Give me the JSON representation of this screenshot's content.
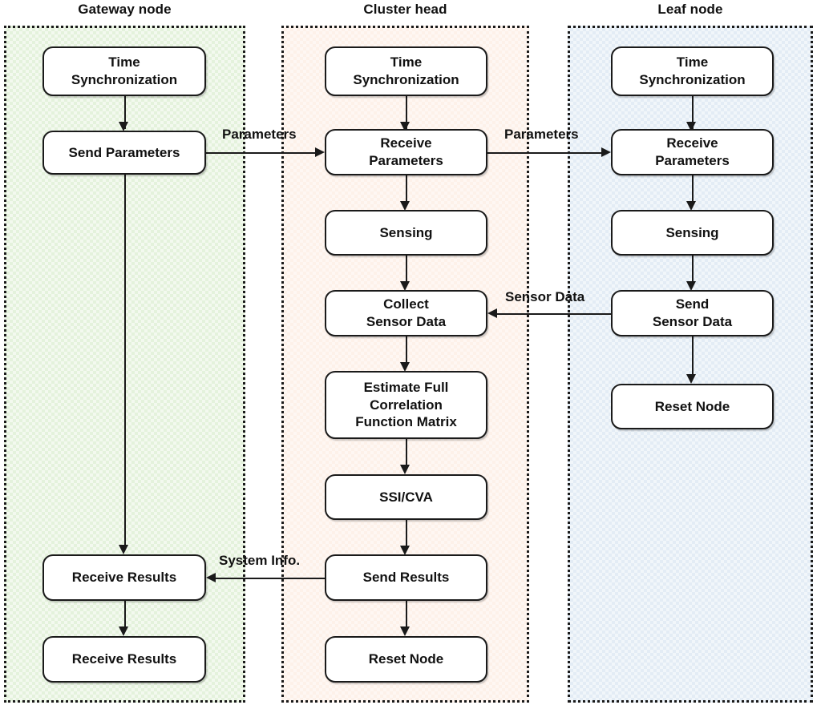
{
  "diagram": {
    "title_row": [
      "Gateway node",
      "Cluster head",
      "Leaf node"
    ],
    "colors": {
      "gateway_fill": "#e4f2dc",
      "cluster_fill": "#fdf1e9",
      "leaf_fill": "#e3ecf5",
      "border": "#1a1a1a",
      "node_fill": "#ffffff",
      "text": "#111111"
    }
  },
  "lanes": {
    "gateway": {
      "title": "Gateway node",
      "nodes": [
        {
          "id": "gw-time-sync",
          "label": "Time\nSynchronization"
        },
        {
          "id": "gw-send-params",
          "label": "Send Parameters"
        },
        {
          "id": "gw-receive-results",
          "label": "Receive Results"
        },
        {
          "id": "gw-receive-results2",
          "label": "Receive Results"
        }
      ]
    },
    "cluster": {
      "title": "Cluster head",
      "nodes": [
        {
          "id": "ch-time-sync",
          "label": "Time\nSynchronization"
        },
        {
          "id": "ch-receive-params",
          "label": "Receive\nParameters"
        },
        {
          "id": "ch-sensing",
          "label": "Sensing"
        },
        {
          "id": "ch-collect-data",
          "label": "Collect\nSensor Data"
        },
        {
          "id": "ch-estimate",
          "label": "Estimate Full\nCorrelation\nFunction Matrix"
        },
        {
          "id": "ch-ssi-cva",
          "label": "SSI/CVA"
        },
        {
          "id": "ch-send-results",
          "label": "Send Results"
        },
        {
          "id": "ch-reset-node",
          "label": "Reset Node"
        }
      ]
    },
    "leaf": {
      "title": "Leaf node",
      "nodes": [
        {
          "id": "lf-time-sync",
          "label": "Time\nSynchronization"
        },
        {
          "id": "lf-receive-params",
          "label": "Receive\nParameters"
        },
        {
          "id": "lf-sensing",
          "label": "Sensing"
        },
        {
          "id": "lf-send-data",
          "label": "Send\nSensor Data"
        },
        {
          "id": "lf-reset-node",
          "label": "Reset Node"
        }
      ]
    }
  },
  "edge_labels": {
    "params_gw_to_ch": "Parameters",
    "params_ch_to_lf": "Parameters",
    "sensor_data_lf_to_ch": "Sensor Data",
    "system_info_ch_to_gw": "System Info."
  }
}
